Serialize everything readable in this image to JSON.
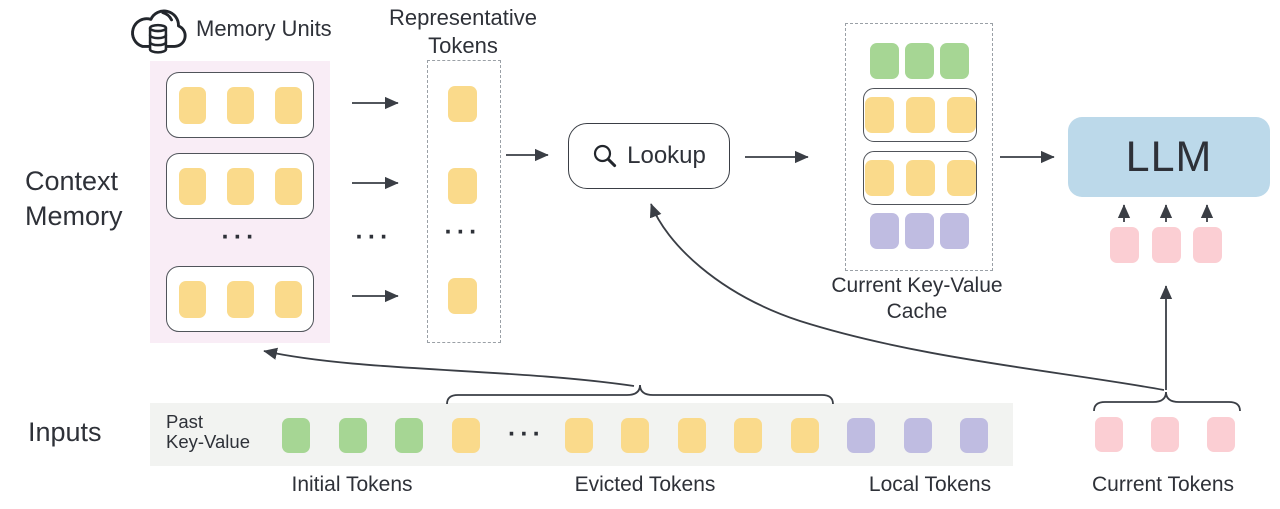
{
  "colors": {
    "yellow": "#fada8b",
    "green": "#a6d694",
    "purple": "#bfbce1",
    "pink": "#fbced3",
    "llm_blue": "#bcd9ea",
    "panel_pink": "#f9edf6",
    "strip_gray": "#f2f3f1",
    "line": "#3a3e45",
    "text": "#2e3138"
  },
  "ellipsis": "···",
  "context_memory": {
    "label": "Context\nMemory",
    "memory_units_label": "Memory Units",
    "rows": [
      {
        "tokens": [
          "yellow",
          "yellow",
          "yellow"
        ]
      },
      {
        "tokens": [
          "yellow",
          "yellow",
          "yellow"
        ]
      },
      {
        "tokens": [
          "yellow",
          "yellow",
          "yellow"
        ]
      }
    ]
  },
  "representative": {
    "label": "Representative\nTokens",
    "tokens": [
      "yellow",
      "yellow",
      "yellow"
    ]
  },
  "lookup": {
    "label": "Lookup"
  },
  "cache": {
    "label": "Current Key-Value\nCache",
    "rows": [
      {
        "boxed": false,
        "tokens": [
          "green",
          "green",
          "green"
        ]
      },
      {
        "boxed": true,
        "tokens": [
          "yellow",
          "yellow",
          "yellow"
        ]
      },
      {
        "boxed": true,
        "tokens": [
          "yellow",
          "yellow",
          "yellow"
        ]
      },
      {
        "boxed": false,
        "tokens": [
          "purple",
          "purple",
          "purple"
        ]
      }
    ]
  },
  "llm": {
    "label": "LLM",
    "tokens": [
      "pink",
      "pink",
      "pink"
    ]
  },
  "inputs": {
    "label": "Inputs",
    "past_kv_label": "Past\nKey-Value",
    "strip_tokens": [
      "green",
      "green",
      "green",
      "yellow",
      "dots",
      "yellow",
      "yellow",
      "yellow",
      "yellow",
      "yellow",
      "purple",
      "purple",
      "purple"
    ],
    "current_tokens": [
      "pink",
      "pink",
      "pink"
    ],
    "captions": {
      "initial": "Initial Tokens",
      "evicted": "Evicted Tokens",
      "local": "Local Tokens",
      "current": "Current Tokens"
    }
  }
}
